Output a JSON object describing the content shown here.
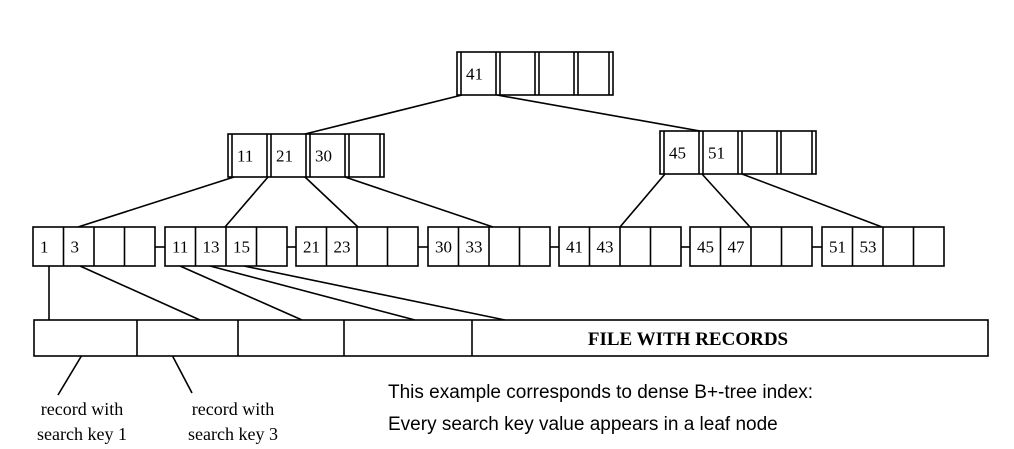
{
  "tree": {
    "root": {
      "keys": [
        "41",
        "",
        "",
        ""
      ]
    },
    "internal": [
      {
        "keys": [
          "11",
          "21",
          "30",
          ""
        ]
      },
      {
        "keys": [
          "45",
          "51",
          "",
          ""
        ]
      }
    ],
    "leaves": [
      {
        "keys": [
          "1",
          "3",
          "",
          ""
        ]
      },
      {
        "keys": [
          "11",
          "13",
          "15",
          ""
        ]
      },
      {
        "keys": [
          "21",
          "23",
          "",
          ""
        ]
      },
      {
        "keys": [
          "30",
          "33",
          "",
          ""
        ]
      },
      {
        "keys": [
          "41",
          "43",
          "",
          ""
        ]
      },
      {
        "keys": [
          "45",
          "47",
          "",
          ""
        ]
      },
      {
        "keys": [
          "51",
          "53",
          "",
          ""
        ]
      }
    ]
  },
  "file": {
    "label": "FILE WITH RECORDS"
  },
  "captions": {
    "record1": [
      "record with",
      "search key 1"
    ],
    "record3": [
      "record with",
      "search key 3"
    ]
  },
  "note": {
    "line1": "This example corresponds to dense B+-tree index:",
    "line2": "Every search key value appears in a leaf node"
  }
}
